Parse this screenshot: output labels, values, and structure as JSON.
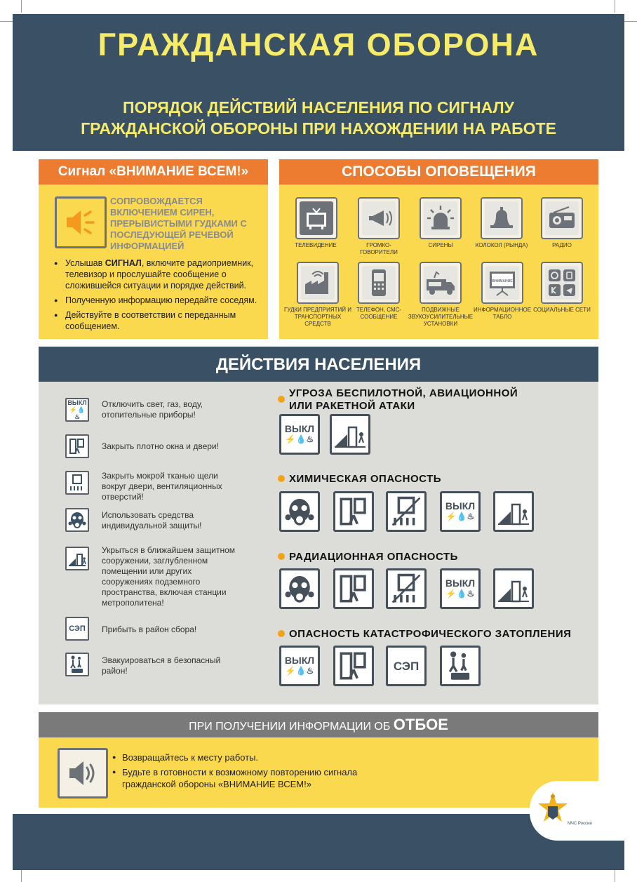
{
  "header": {
    "title": "ГРАЖДАНСКАЯ ОБОРОНА",
    "subtitle_line1": "ПОРЯДОК ДЕЙСТВИЙ НАСЕЛЕНИЯ ПО СИГНАЛУ",
    "subtitle_line2": "ГРАЖДАНСКОЙ ОБОРОНЫ ПРИ НАХОЖДЕНИИ НА РАБОТЕ"
  },
  "signal": {
    "title": "Сигнал  «ВНИМАНИЕ ВСЕМ!»",
    "description": "СОПРОВОЖДАЕТСЯ ВКЛЮЧЕНИЕМ СИРЕН, ПРЕРЫВИСТЫМИ ГУДКАМИ С ПОСЛЕДУЮЩЕЙ РЕЧЕВОЙ ИНФОРМАЦИЕЙ",
    "bullet1_pre": "Услышав ",
    "bullet1_bold": "СИГНАЛ",
    "bullet1_post": ", включите радиоприемник, телевизор и прослушайте сообщение о сложившейся ситуации и порядке действий.",
    "bullet2": "Полученную информацию передайте соседям.",
    "bullet3": "Действуйте в соответствии с переданным сообщением."
  },
  "warning": {
    "title": "СПОСОБЫ ОПОВЕЩЕНИЯ",
    "items": [
      {
        "label": "ТЕЛЕВИДЕНИЕ",
        "icon": "tv-icon"
      },
      {
        "label": "ГРОМКО- ГОВОРИТЕЛИ",
        "icon": "loudspeaker-icon"
      },
      {
        "label": "СИРЕНЫ",
        "icon": "siren-icon"
      },
      {
        "label": "КОЛОКОЛ (РЫНДА)",
        "icon": "bell-icon"
      },
      {
        "label": "РАДИО",
        "icon": "radio-icon"
      },
      {
        "label": "ГУДКИ ПРЕДПРИЯТИЙ И ТРАНСПОРТНЫХ СРЕДСТВ",
        "icon": "factory-icon"
      },
      {
        "label": "ТЕЛЕФОН, СМС-СООБЩЕНИЕ",
        "icon": "phone-icon"
      },
      {
        "label": "ПОДВИЖНЫЕ ЗВУКОУСИЛИТЕЛЬНЫЕ УСТАНОВКИ",
        "icon": "truck-icon"
      },
      {
        "label": "ИНФОРМАЦИОННОЕ ТАБЛО",
        "icon": "board-icon"
      },
      {
        "label": "СОЦИАЛЬНЫЕ СЕТИ",
        "icon": "social-icon"
      }
    ],
    "board_text": "ВНИМАНИЕ"
  },
  "actions": {
    "title": "ДЕЙСТВИЯ НАСЕЛЕНИЯ",
    "items": [
      {
        "text": "Отключить свет, газ, воду, отопительные приборы!",
        "icon_text": "ВЫКЛ"
      },
      {
        "text": "Закрыть плотно окна и двери!",
        "icon_text": ""
      },
      {
        "text": "Закрыть мокрой тканью щели вокруг двери, вентиляционных отверстий!",
        "icon_text": ""
      },
      {
        "text": "Использовать средства индивидуальной защиты!",
        "icon_text": ""
      },
      {
        "text": "Укрыться в ближайшем защитном сооружении, заглубленном помещении или других сооружениях подземного пространства, включая станции метрополитена!",
        "icon_text": ""
      },
      {
        "text": "Прибыть в район сбора!",
        "icon_text": "СЭП"
      },
      {
        "text": "Эвакуироваться в безопасный район!",
        "icon_text": ""
      }
    ],
    "threats": [
      {
        "title_line1": "УГРОЗА БЕСПИЛОТНОЙ, АВИАЦИОННОЙ",
        "title_line2": "ИЛИ РАКЕТНОЙ АТАКИ"
      },
      {
        "title_line1": "ХИМИЧЕСКАЯ ОПАСНОСТЬ",
        "title_line2": ""
      },
      {
        "title_line1": "РАДИАЦИОННАЯ ОПАСНОСТЬ",
        "title_line2": ""
      },
      {
        "title_line1": "ОПАСНОСТЬ КАТАСТРОФИЧЕСКОГО ЗАТОПЛЕНИЯ",
        "title_line2": ""
      }
    ],
    "off_label": "ВЫКЛ",
    "sep_label": "СЭП"
  },
  "otboy": {
    "title_pre": "ПРИ ПОЛУЧЕНИИ ИНФОРМАЦИИ ОБ ",
    "title_big": "ОТБОЕ",
    "bullet1": "Возвращайтесь к месту работы.",
    "bullet2": "Будьте в готовности к возможному повторению сигнала гражданской обороны «ВНИМАНИЕ ВСЕМ!»"
  },
  "logo": {
    "text": "МЧС России"
  },
  "colors": {
    "navy": "#3a5064",
    "yellow": "#fbd94f",
    "orange": "#ee7c30",
    "title_yellow": "#f7ec6a",
    "grey": "#dcdcd8"
  }
}
